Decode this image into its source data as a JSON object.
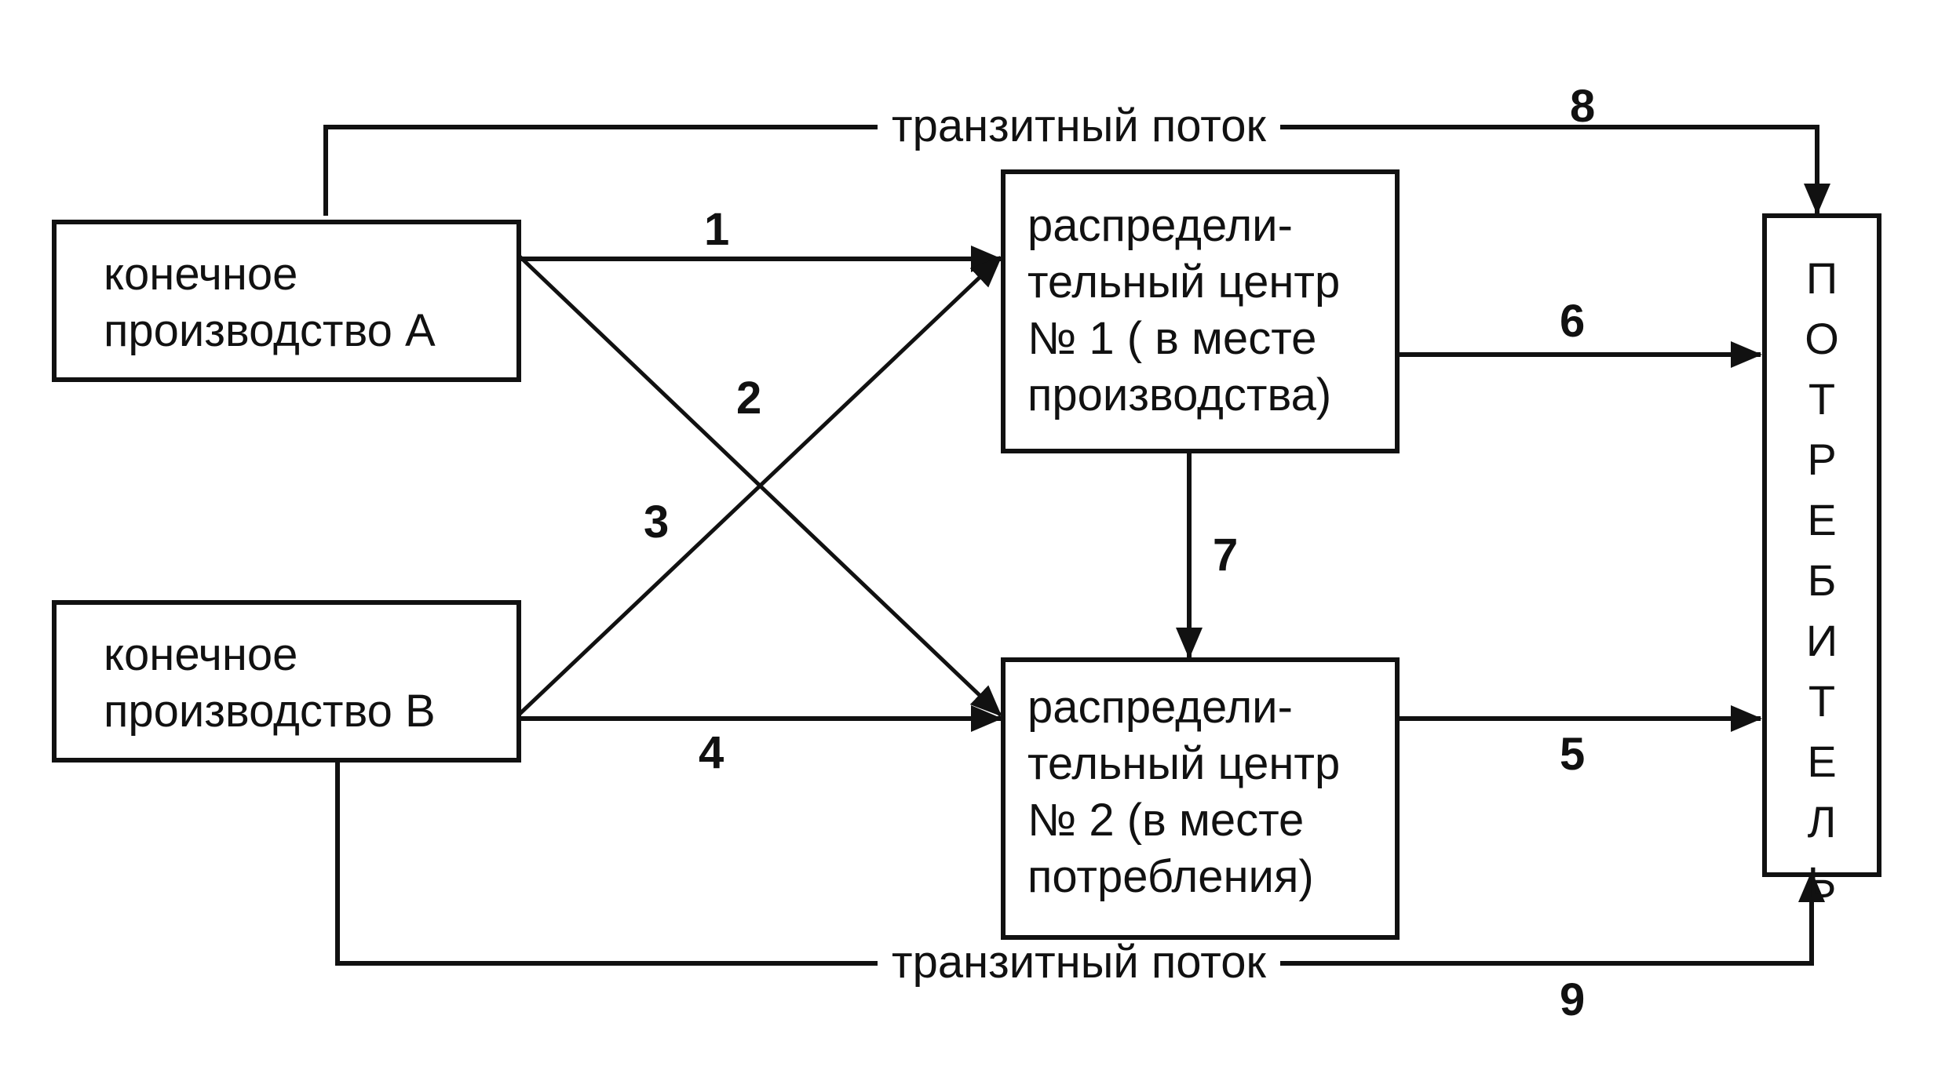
{
  "producer_a": {
    "lines": [
      "конечное",
      "производство А"
    ]
  },
  "producer_b": {
    "lines": [
      "конечное",
      "производство В"
    ]
  },
  "center_1": {
    "lines": [
      "распредели-",
      "тельный центр",
      "№ 1 ( в месте",
      "производства)"
    ]
  },
  "center_2": {
    "lines": [
      "распредели-",
      "тельный центр",
      "№ 2 (в месте",
      "потребления)"
    ]
  },
  "consumer": {
    "letters": [
      "П",
      "О",
      "Т",
      "Р",
      "Е",
      "Б",
      "И",
      "Т",
      "Е",
      "Л",
      "Ь"
    ]
  },
  "transit_top": "транзитный поток",
  "transit_bottom": "транзитный поток",
  "flows": {
    "f1": "1",
    "f2": "2",
    "f3": "3",
    "f4": "4",
    "f5": "5",
    "f6": "6",
    "f7": "7",
    "f8": "8",
    "f9": "9"
  }
}
